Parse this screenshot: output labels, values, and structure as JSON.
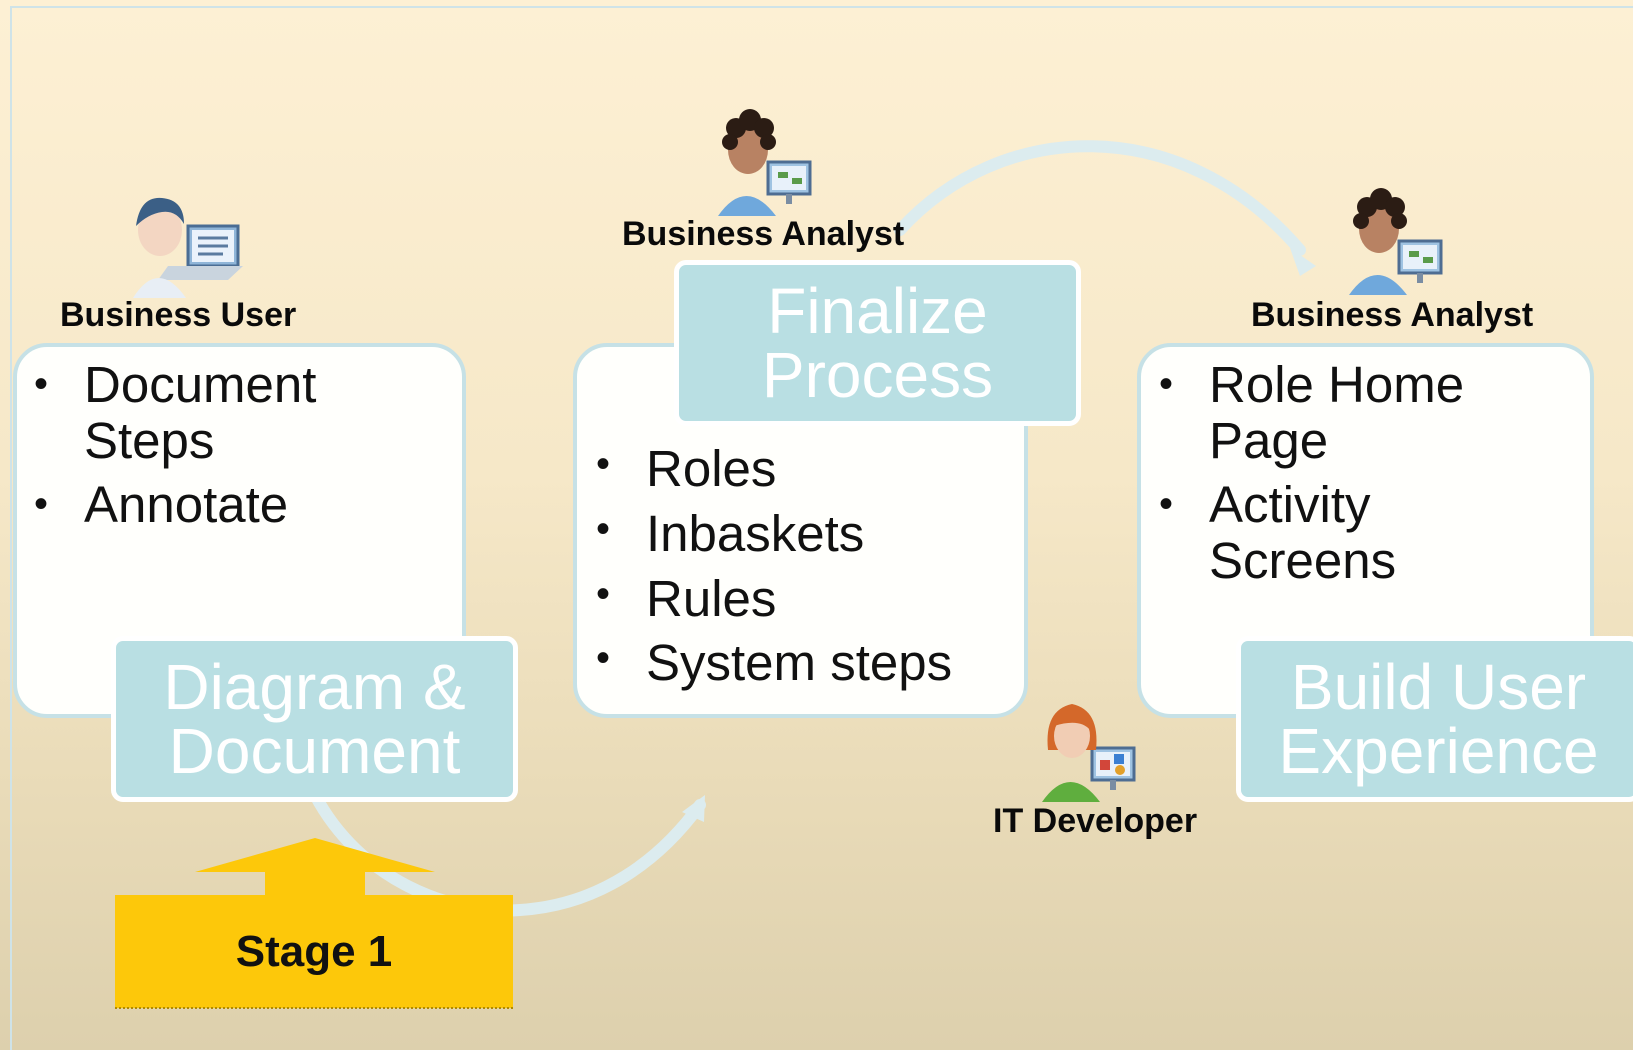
{
  "roles": {
    "business_user": "Business User",
    "business_analyst_top": "Business Analyst",
    "business_analyst_right": "Business Analyst",
    "it_developer": "IT Developer"
  },
  "steps": [
    {
      "title": "Diagram &\nDocument",
      "bullets": [
        "Document Steps",
        "Annotate"
      ]
    },
    {
      "title": "Finalize\nProcess",
      "bullets": [
        "Roles",
        "Inbaskets",
        "Rules",
        "System steps"
      ]
    },
    {
      "title": "Build User\nExperience",
      "bullets": [
        "Role Home Page",
        "Activity Screens"
      ]
    }
  ],
  "stage_label": "Stage 1",
  "colors": {
    "title_fill": "#b9dfe3",
    "box_border": "#c6e1e6",
    "stage_arrow": "#fdc80a",
    "flow_arrow": "#dcecef",
    "background_top": "#fdf0d4",
    "background_bottom": "#ddd0ad"
  },
  "icons": [
    "business-user-icon",
    "business-analyst-icon",
    "it-developer-icon"
  ]
}
